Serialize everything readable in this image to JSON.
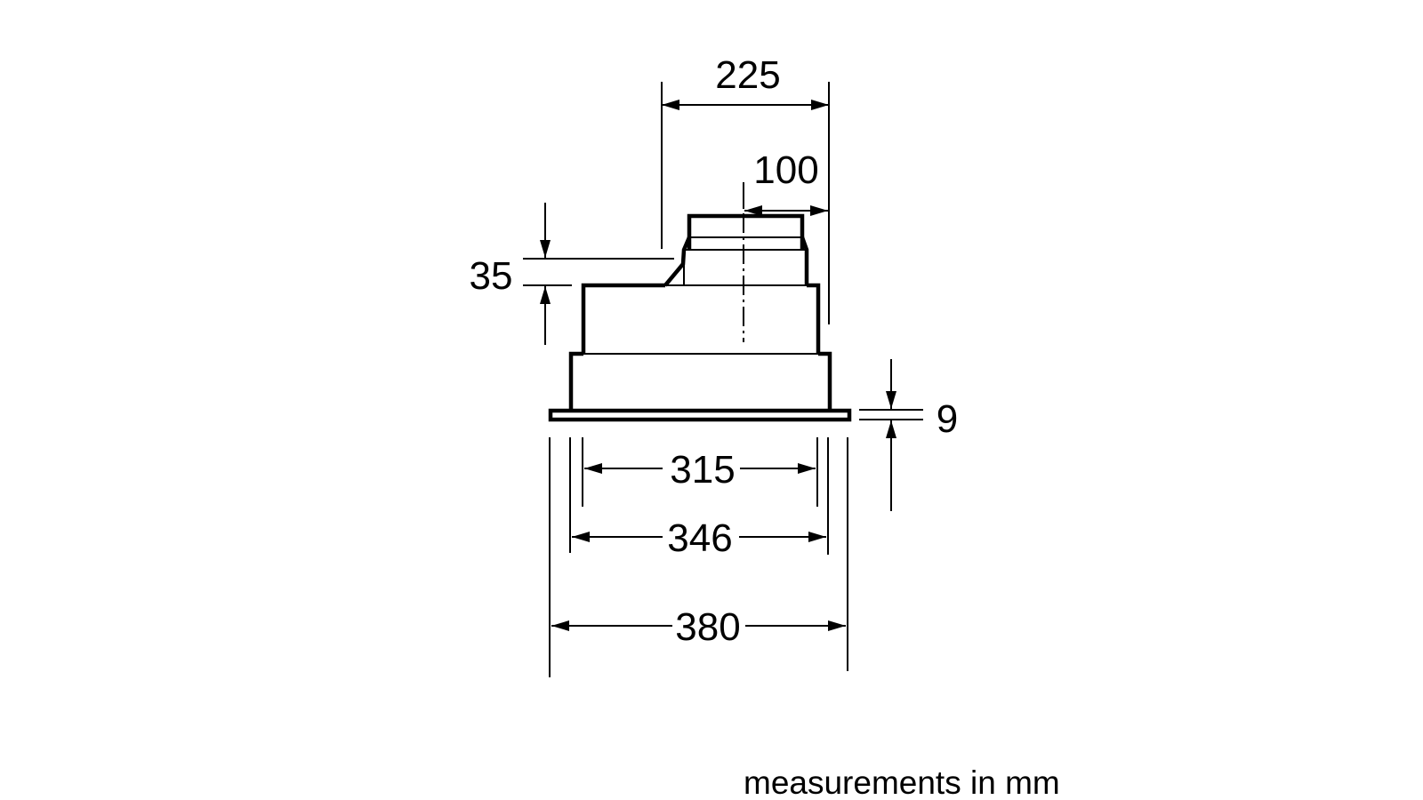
{
  "dimensions": {
    "width_top": "225",
    "outlet_offset": "100",
    "step_height": "35",
    "flange_thickness": "9",
    "inner_width": "315",
    "body_width": "346",
    "flange_width": "380"
  },
  "note": "measurements in mm"
}
